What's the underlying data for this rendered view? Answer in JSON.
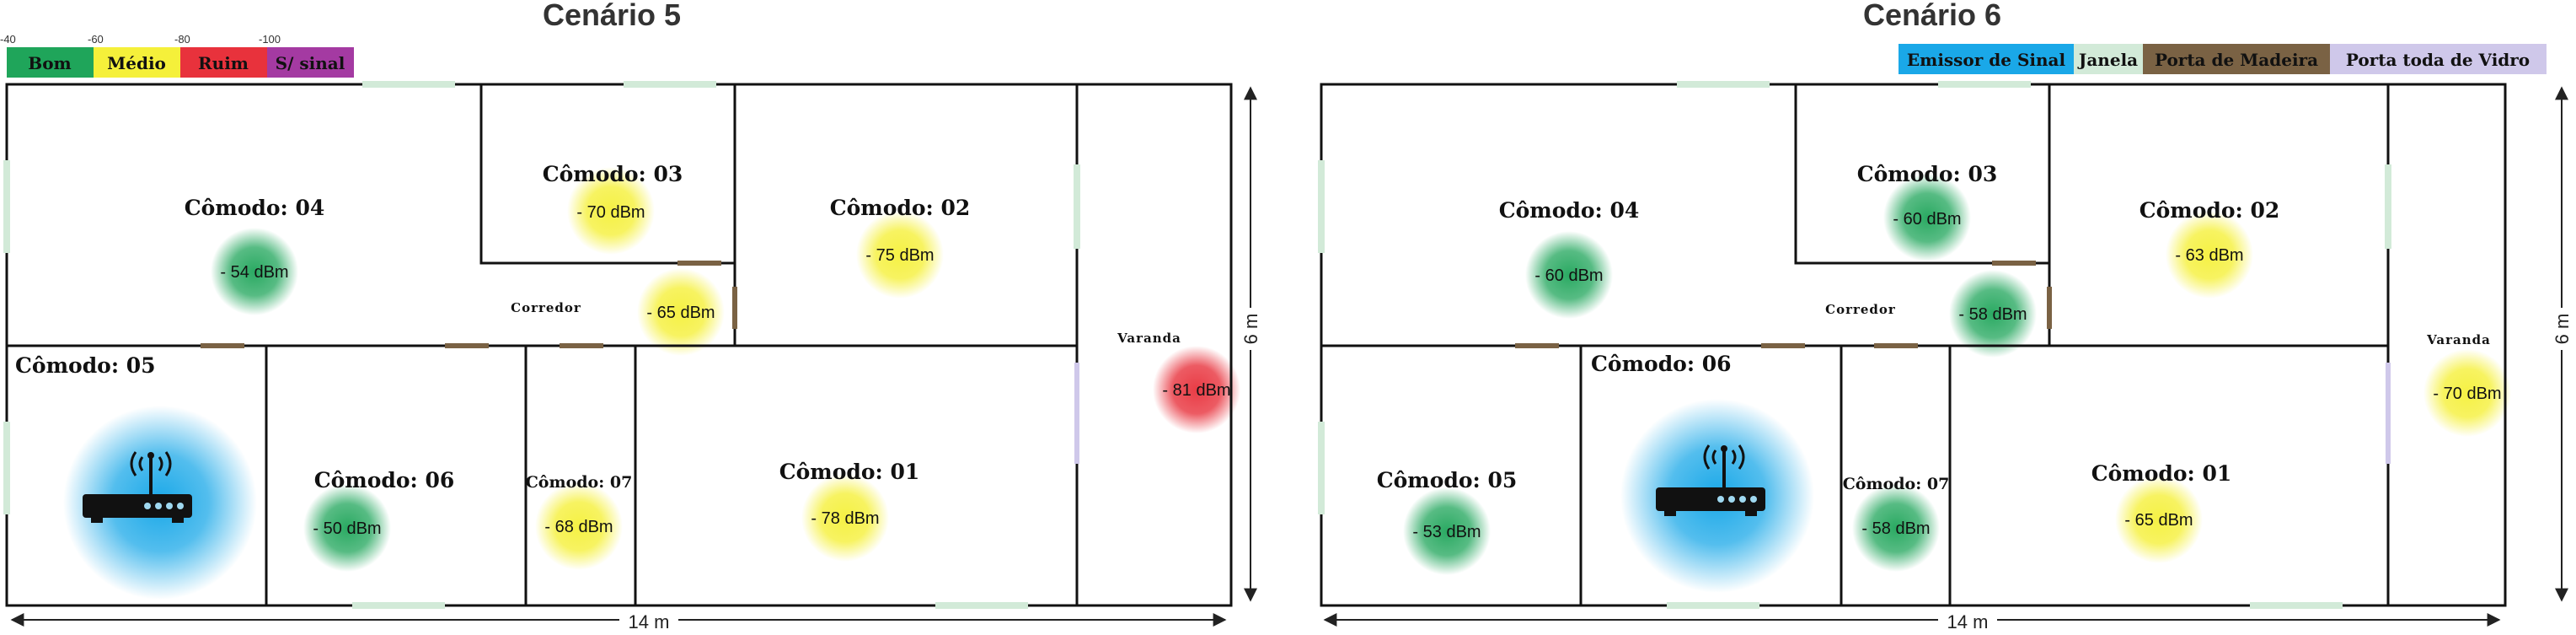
{
  "colors": {
    "bom": "#1fa55a",
    "medio": "#f5f03a",
    "ruim": "#e8323c",
    "sem_sinal": "#a43aa2",
    "emissor": "#1aa8e8",
    "janela": "#d2ead8",
    "porta_madeira": "#7a6244",
    "porta_vidro": "#cfc8ea",
    "wall": "#111111"
  },
  "signal_legend": {
    "ticks": [
      "-40",
      "-60",
      "-80",
      "-100"
    ],
    "items": [
      {
        "label": "Bom",
        "color": "#1fa55a"
      },
      {
        "label": "Médio",
        "color": "#f5f03a"
      },
      {
        "label": "Ruim",
        "color": "#e8323c"
      },
      {
        "label": "S/ sinal",
        "color": "#a43aa2"
      }
    ]
  },
  "element_legend": [
    {
      "label": "Emissor de Sinal",
      "color": "#1aa8e8"
    },
    {
      "label": "Janela",
      "color": "#d2ead8"
    },
    {
      "label": "Porta de Madeira",
      "color": "#7a6244"
    },
    {
      "label": "Porta toda de Vidro",
      "color": "#cfc8ea"
    }
  ],
  "dimensions": {
    "width": "14 m",
    "height": "6 m"
  },
  "scenarios": [
    {
      "title": "Cenário 5",
      "labels": {
        "c04": "Cômodo: 04",
        "c03": "Cômodo: 03",
        "c02": "Cômodo: 02",
        "corredor": "Corredor",
        "varanda": "Varanda",
        "c05": "Cômodo: 05",
        "c06": "Cômodo: 06",
        "c07": "Cômodo: 07",
        "c01": "Cômodo: 01"
      },
      "readings": [
        {
          "room": "Cômodo: 04",
          "value": "- 54 dBm",
          "quality": "bom"
        },
        {
          "room": "Cômodo: 03",
          "value": "- 70 dBm",
          "quality": "medio"
        },
        {
          "room": "Cômodo: 02",
          "value": "- 75 dBm",
          "quality": "medio"
        },
        {
          "room": "Corredor",
          "value": "- 65 dBm",
          "quality": "medio"
        },
        {
          "room": "Varanda",
          "value": "- 81 dBm",
          "quality": "ruim"
        },
        {
          "room": "Cômodo: 06",
          "value": "- 50 dBm",
          "quality": "bom"
        },
        {
          "room": "Cômodo: 07",
          "value": "- 68 dBm",
          "quality": "medio"
        },
        {
          "room": "Cômodo: 01",
          "value": "- 78 dBm",
          "quality": "medio"
        }
      ],
      "emissor_room": "Cômodo: 05"
    },
    {
      "title": "Cenário 6",
      "labels": {
        "c04": "Cômodo: 04",
        "c03": "Cômodo: 03",
        "c02": "Cômodo: 02",
        "corredor": "Corredor",
        "varanda": "Varanda",
        "c05": "Cômodo: 05",
        "c06": "Cômodo: 06",
        "c07": "Cômodo: 07",
        "c01": "Cômodo: 01"
      },
      "readings": [
        {
          "room": "Cômodo: 04",
          "value": "- 60 dBm",
          "quality": "bom"
        },
        {
          "room": "Cômodo: 03",
          "value": "- 60 dBm",
          "quality": "bom"
        },
        {
          "room": "Cômodo: 02",
          "value": "- 63 dBm",
          "quality": "medio"
        },
        {
          "room": "Corredor",
          "value": "- 58 dBm",
          "quality": "bom"
        },
        {
          "room": "Varanda",
          "value": "- 70 dBm",
          "quality": "medio"
        },
        {
          "room": "Cômodo: 05",
          "value": "- 53 dBm",
          "quality": "bom"
        },
        {
          "room": "Cômodo: 07",
          "value": "- 58 dBm",
          "quality": "bom"
        },
        {
          "room": "Cômodo: 01",
          "value": "- 65 dBm",
          "quality": "medio"
        }
      ],
      "emissor_room": "Cômodo: 06"
    }
  ]
}
